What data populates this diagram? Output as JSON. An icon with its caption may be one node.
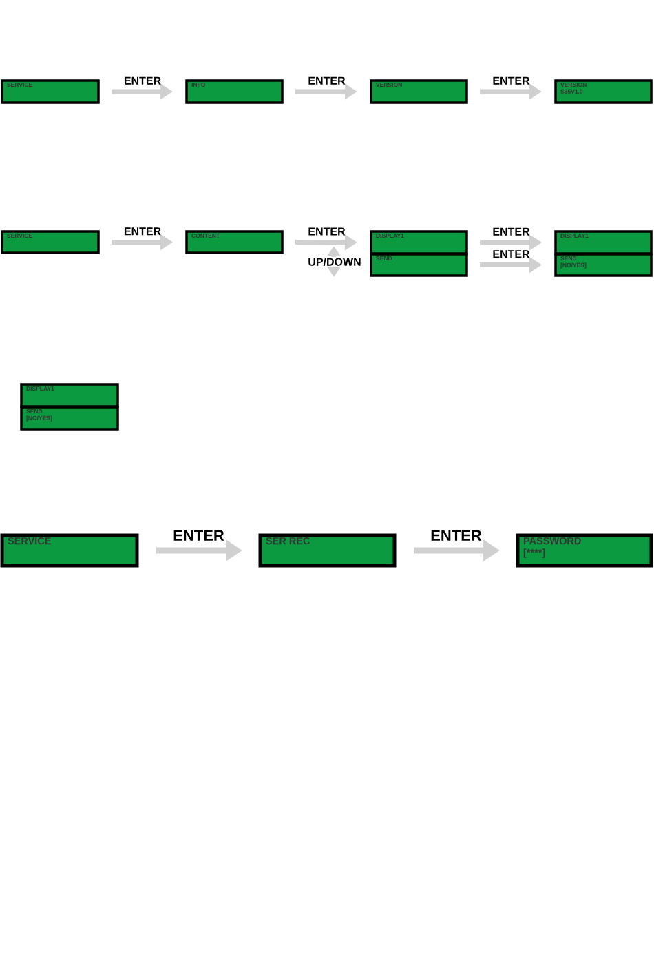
{
  "diagram": {
    "nodes": [
      {
        "text": [
          "SERVICE"
        ]
      },
      {
        "text": [
          "INFO"
        ]
      },
      {
        "text": [
          "VERSION"
        ]
      },
      {
        "text": [
          "VERSION",
          "S35V1.0"
        ]
      },
      {
        "text": [
          "SERVICE"
        ]
      },
      {
        "text": [
          "CONTENT"
        ]
      },
      {
        "text": [
          "DISPLAY1"
        ]
      },
      {
        "text": [
          "SEND"
        ]
      },
      {
        "text": [
          "DISPLAY1"
        ]
      },
      {
        "text": [
          "SEND",
          "[NO/YES]"
        ]
      },
      {
        "text": [
          "DISPLAY1"
        ]
      },
      {
        "text": [
          "SEND",
          "[NO/YES]"
        ]
      },
      {
        "text": [
          "SERVICE"
        ]
      },
      {
        "text": [
          "SER REC"
        ]
      },
      {
        "text": [
          "PASSWORD",
          "[****]"
        ]
      }
    ],
    "edges": [
      {
        "from": 0,
        "to": 1,
        "arrow": "to",
        "label": "ENTER"
      },
      {
        "from": 1,
        "to": 2,
        "arrow": "to",
        "label": "ENTER"
      },
      {
        "from": 2,
        "to": 3,
        "arrow": "to",
        "label": "ENTER"
      },
      {
        "from": 4,
        "to": 5,
        "arrow": "to",
        "label": "ENTER"
      },
      {
        "from": 5,
        "to": 6,
        "arrow": "to",
        "label": "ENTER"
      },
      {
        "from": 6,
        "to": 8,
        "arrow": "to",
        "label": "ENTER"
      },
      {
        "from": 7,
        "to": 9,
        "arrow": "to",
        "label": "ENTER"
      },
      {
        "from": 12,
        "to": 13,
        "arrow": "to",
        "label": "ENTER"
      },
      {
        "from": 13,
        "to": 14,
        "arrow": "to",
        "label": "ENTER"
      }
    ],
    "labels": [
      "UP/DOWN"
    ]
  }
}
